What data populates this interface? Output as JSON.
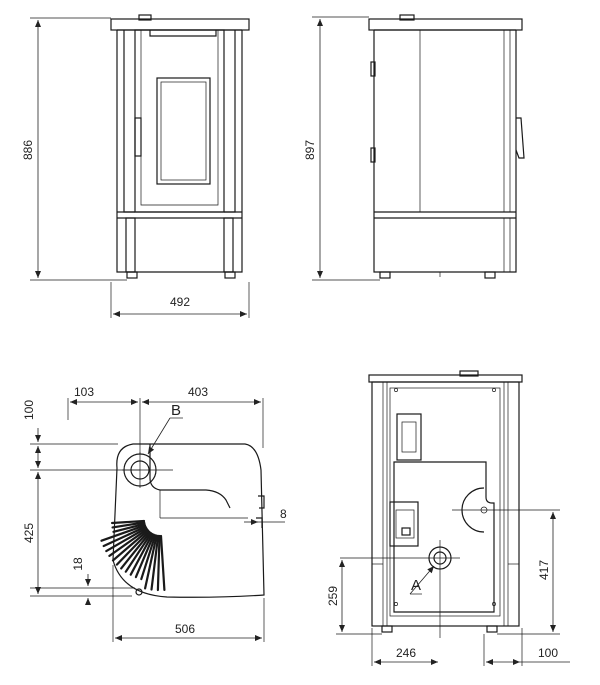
{
  "dimensions": {
    "front_height": "886",
    "front_width": "492",
    "side_height": "897",
    "plan_left_offset": "103",
    "plan_right_width": "403",
    "plan_top_offset": "100",
    "plan_depth": "425",
    "plan_small": "18",
    "plan_side_gap": "8",
    "plan_width": "506",
    "rear_outlet_height": "259",
    "rear_vertical": "417",
    "rear_horizontal": "246",
    "rear_right_offset": "100"
  },
  "labels": {
    "flue": "B",
    "air_inlet": "A"
  }
}
